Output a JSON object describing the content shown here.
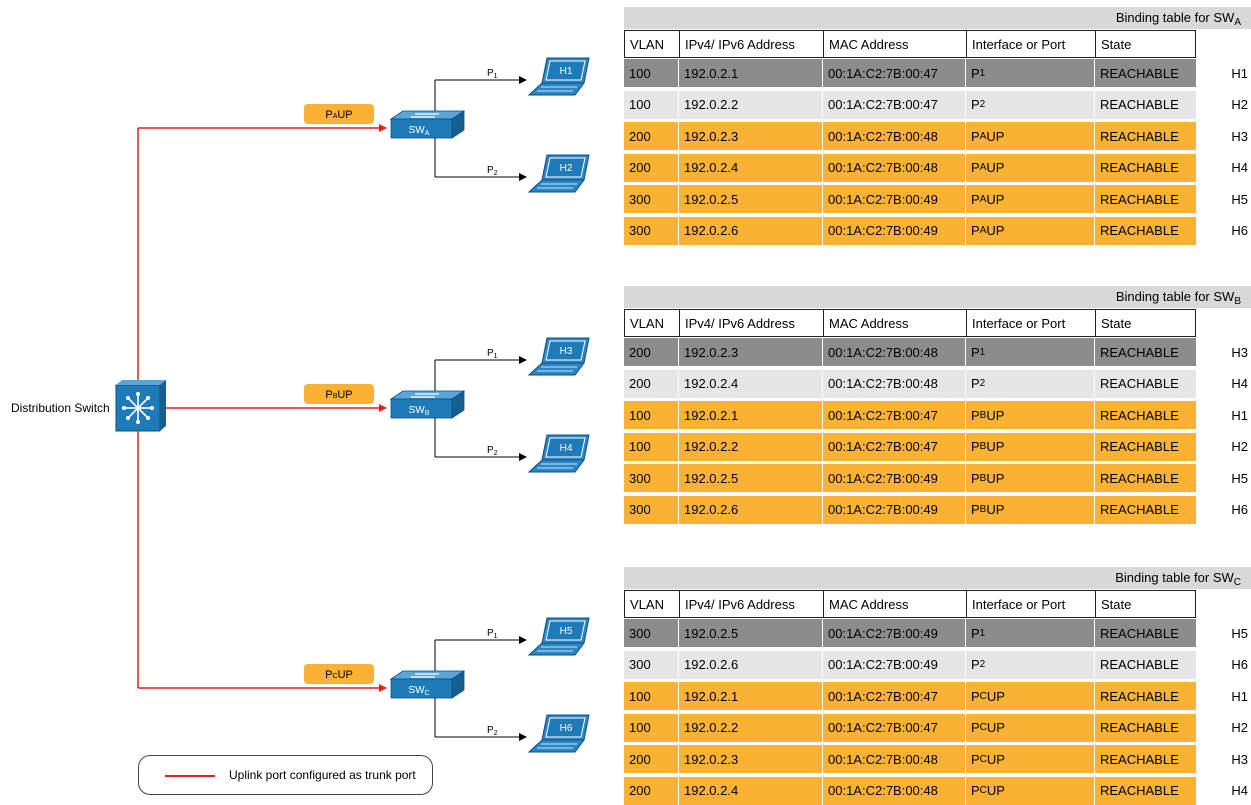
{
  "distribution_switch": {
    "label": "Distribution Switch"
  },
  "legend": {
    "label": "Uplink port configured as trunk port"
  },
  "colors": {
    "uplink": "#e3211e",
    "port_badge": "#f9b233",
    "switch_blue": "#1f7ab8",
    "row_dark": "#8c8c8c",
    "row_light": "#e6e6e6",
    "row_orange": "#f9b233",
    "title_bar": "#d9d9d9"
  },
  "access_switches": [
    {
      "name": "SW",
      "sub": "A",
      "uplink_label": "P",
      "uplink_sub": "A",
      "uplink_suffix": "UP",
      "ports": [
        {
          "label": "P",
          "sub": "1",
          "host": "H1"
        },
        {
          "label": "P",
          "sub": "2",
          "host": "H2"
        }
      ]
    },
    {
      "name": "SW",
      "sub": "B",
      "uplink_label": "P",
      "uplink_sub": "B",
      "uplink_suffix": "UP",
      "ports": [
        {
          "label": "P",
          "sub": "1",
          "host": "H3"
        },
        {
          "label": "P",
          "sub": "2",
          "host": "H4"
        }
      ]
    },
    {
      "name": "SW",
      "sub": "C",
      "uplink_label": "P",
      "uplink_sub": "C",
      "uplink_suffix": "UP",
      "ports": [
        {
          "label": "P",
          "sub": "1",
          "host": "H5"
        },
        {
          "label": "P",
          "sub": "2",
          "host": "H6"
        }
      ]
    }
  ],
  "headers": [
    "VLAN",
    "IPv4/ IPv6 Address",
    "MAC Address",
    "Interface or Port",
    "State"
  ],
  "tables": [
    {
      "title": "Binding table for SW",
      "title_sub": "A",
      "rows": [
        {
          "vlan": "100",
          "ip": "192.0.2.1",
          "mac": "00:1A:C2:7B:00:47",
          "port": "P",
          "port_sub": "1",
          "port_suffix": "",
          "state": "REACHABLE",
          "host": "H1",
          "style": 0
        },
        {
          "vlan": "100",
          "ip": "192.0.2.2",
          "mac": "00:1A:C2:7B:00:47",
          "port": "P",
          "port_sub": "2",
          "port_suffix": "",
          "state": "REACHABLE",
          "host": "H2",
          "style": 1
        },
        {
          "vlan": "200",
          "ip": "192.0.2.3",
          "mac": "00:1A:C2:7B:00:48",
          "port": "P",
          "port_sub": "A",
          "port_suffix": "UP",
          "state": "REACHABLE",
          "host": "H3",
          "style": 2
        },
        {
          "vlan": "200",
          "ip": "192.0.2.4",
          "mac": "00:1A:C2:7B:00:48",
          "port": "P",
          "port_sub": "A",
          "port_suffix": "UP",
          "state": "REACHABLE",
          "host": "H4",
          "style": 2
        },
        {
          "vlan": "300",
          "ip": "192.0.2.5",
          "mac": "00:1A:C2:7B:00:49",
          "port": "P",
          "port_sub": "A",
          "port_suffix": "UP",
          "state": "REACHABLE",
          "host": "H5",
          "style": 2
        },
        {
          "vlan": "300",
          "ip": "192.0.2.6",
          "mac": "00:1A:C2:7B:00:49",
          "port": "P",
          "port_sub": "A",
          "port_suffix": "UP",
          "state": "REACHABLE",
          "host": "H6",
          "style": 2
        }
      ]
    },
    {
      "title": "Binding table for SW",
      "title_sub": "B",
      "rows": [
        {
          "vlan": "200",
          "ip": "192.0.2.3",
          "mac": "00:1A:C2:7B:00:48",
          "port": "P",
          "port_sub": "1",
          "port_suffix": "",
          "state": "REACHABLE",
          "host": "H3",
          "style": 0
        },
        {
          "vlan": "200",
          "ip": "192.0.2.4",
          "mac": "00:1A:C2:7B:00:48",
          "port": "P",
          "port_sub": "2",
          "port_suffix": "",
          "state": "REACHABLE",
          "host": "H4",
          "style": 1
        },
        {
          "vlan": "100",
          "ip": "192.0.2.1",
          "mac": "00:1A:C2:7B:00:47",
          "port": "P",
          "port_sub": "B",
          "port_suffix": "UP",
          "state": "REACHABLE",
          "host": "H1",
          "style": 2
        },
        {
          "vlan": "100",
          "ip": "192.0.2.2",
          "mac": "00:1A:C2:7B:00:47",
          "port": "P",
          "port_sub": "B",
          "port_suffix": "UP",
          "state": "REACHABLE",
          "host": "H2",
          "style": 2
        },
        {
          "vlan": "300",
          "ip": "192.0.2.5",
          "mac": "00:1A:C2:7B:00:49",
          "port": "P",
          "port_sub": "B",
          "port_suffix": "UP",
          "state": "REACHABLE",
          "host": "H5",
          "style": 2
        },
        {
          "vlan": "300",
          "ip": "192.0.2.6",
          "mac": "00:1A:C2:7B:00:49",
          "port": "P",
          "port_sub": "B",
          "port_suffix": "UP",
          "state": "REACHABLE",
          "host": "H6",
          "style": 2
        }
      ]
    },
    {
      "title": "Binding table for SW",
      "title_sub": "C",
      "rows": [
        {
          "vlan": "300",
          "ip": "192.0.2.5",
          "mac": "00:1A:C2:7B:00:49",
          "port": "P",
          "port_sub": "1",
          "port_suffix": "",
          "state": "REACHABLE",
          "host": "H5",
          "style": 0
        },
        {
          "vlan": "300",
          "ip": "192.0.2.6",
          "mac": "00:1A:C2:7B:00:49",
          "port": "P",
          "port_sub": "2",
          "port_suffix": "",
          "state": "REACHABLE",
          "host": "H6",
          "style": 1
        },
        {
          "vlan": "100",
          "ip": "192.0.2.1",
          "mac": "00:1A:C2:7B:00:47",
          "port": "P",
          "port_sub": "C",
          "port_suffix": "UP",
          "state": "REACHABLE",
          "host": "H1",
          "style": 2
        },
        {
          "vlan": "100",
          "ip": "192.0.2.2",
          "mac": "00:1A:C2:7B:00:47",
          "port": "P",
          "port_sub": "C",
          "port_suffix": "UP",
          "state": "REACHABLE",
          "host": "H2",
          "style": 2
        },
        {
          "vlan": "200",
          "ip": "192.0.2.3",
          "mac": "00:1A:C2:7B:00:48",
          "port": "P",
          "port_sub": "C",
          "port_suffix": "UP",
          "state": "REACHABLE",
          "host": "H3",
          "style": 2
        },
        {
          "vlan": "200",
          "ip": "192.0.2.4",
          "mac": "00:1A:C2:7B:00:48",
          "port": "P",
          "port_sub": "C",
          "port_suffix": "UP",
          "state": "REACHABLE",
          "host": "H4",
          "style": 2
        }
      ]
    }
  ]
}
